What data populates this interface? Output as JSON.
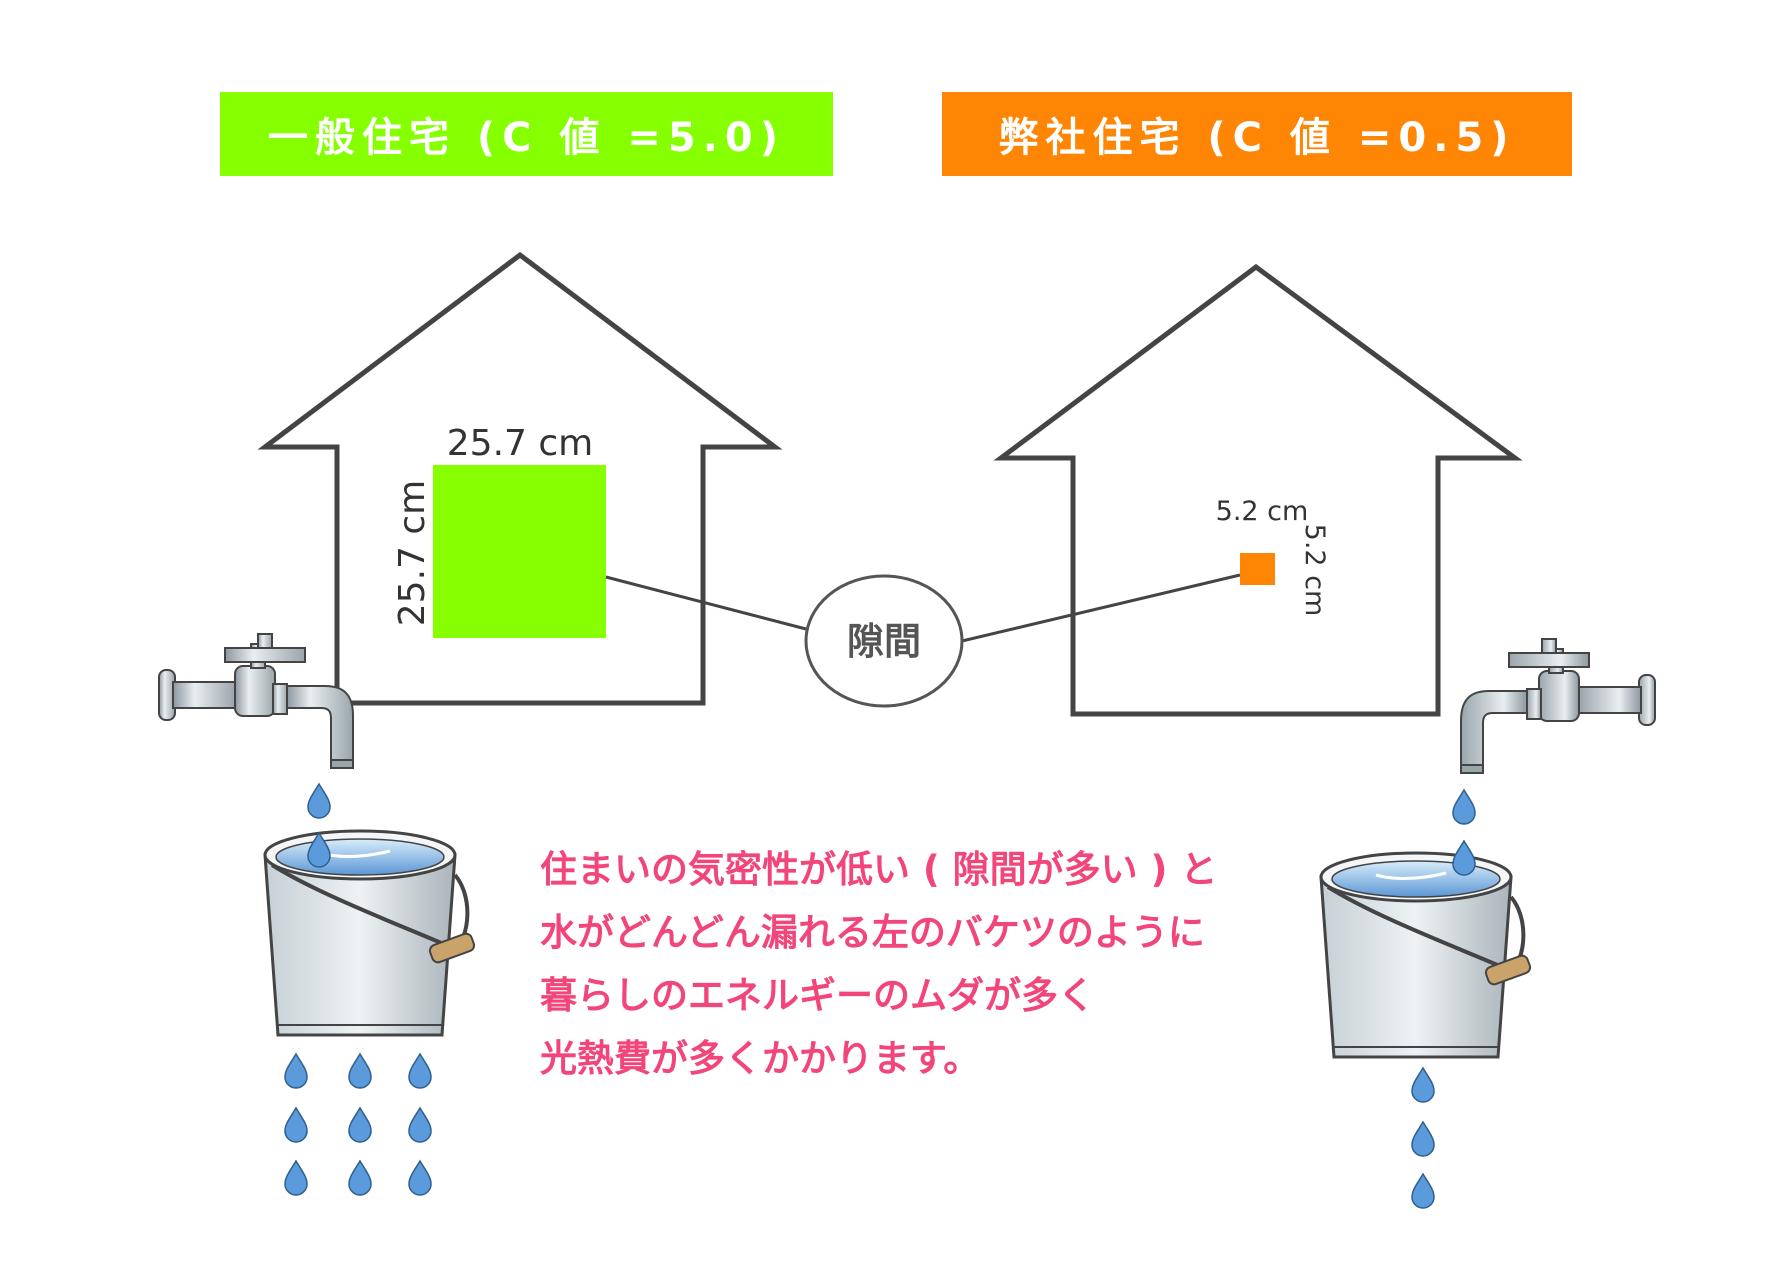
{
  "labels": {
    "general_house": "一般住宅 (C 値 =5.0)",
    "our_house": "弊社住宅 (C 値 =0.5)"
  },
  "gap_left": {
    "width_label": "25.7 cm",
    "height_label": "25.7 cm",
    "color": "#86ff01"
  },
  "gap_right": {
    "width_label": "5.2 cm",
    "height_label": "5.2 cm",
    "color": "#ff8505"
  },
  "gap_bubble_label": "隙間",
  "caption": {
    "lines": [
      "住まいの気密性が低い ( 隙間が多い ) と",
      "水がどんどん漏れる左のバケツのように",
      "暮らしのエネルギーのムダが多く",
      "光熱費が多くかかります。"
    ]
  },
  "colors": {
    "caption": "#f2457a",
    "outline": "#444444",
    "water": "#5b9bdc"
  },
  "icons": [
    "faucet-icon",
    "bucket-icon",
    "water-drop-icon"
  ]
}
